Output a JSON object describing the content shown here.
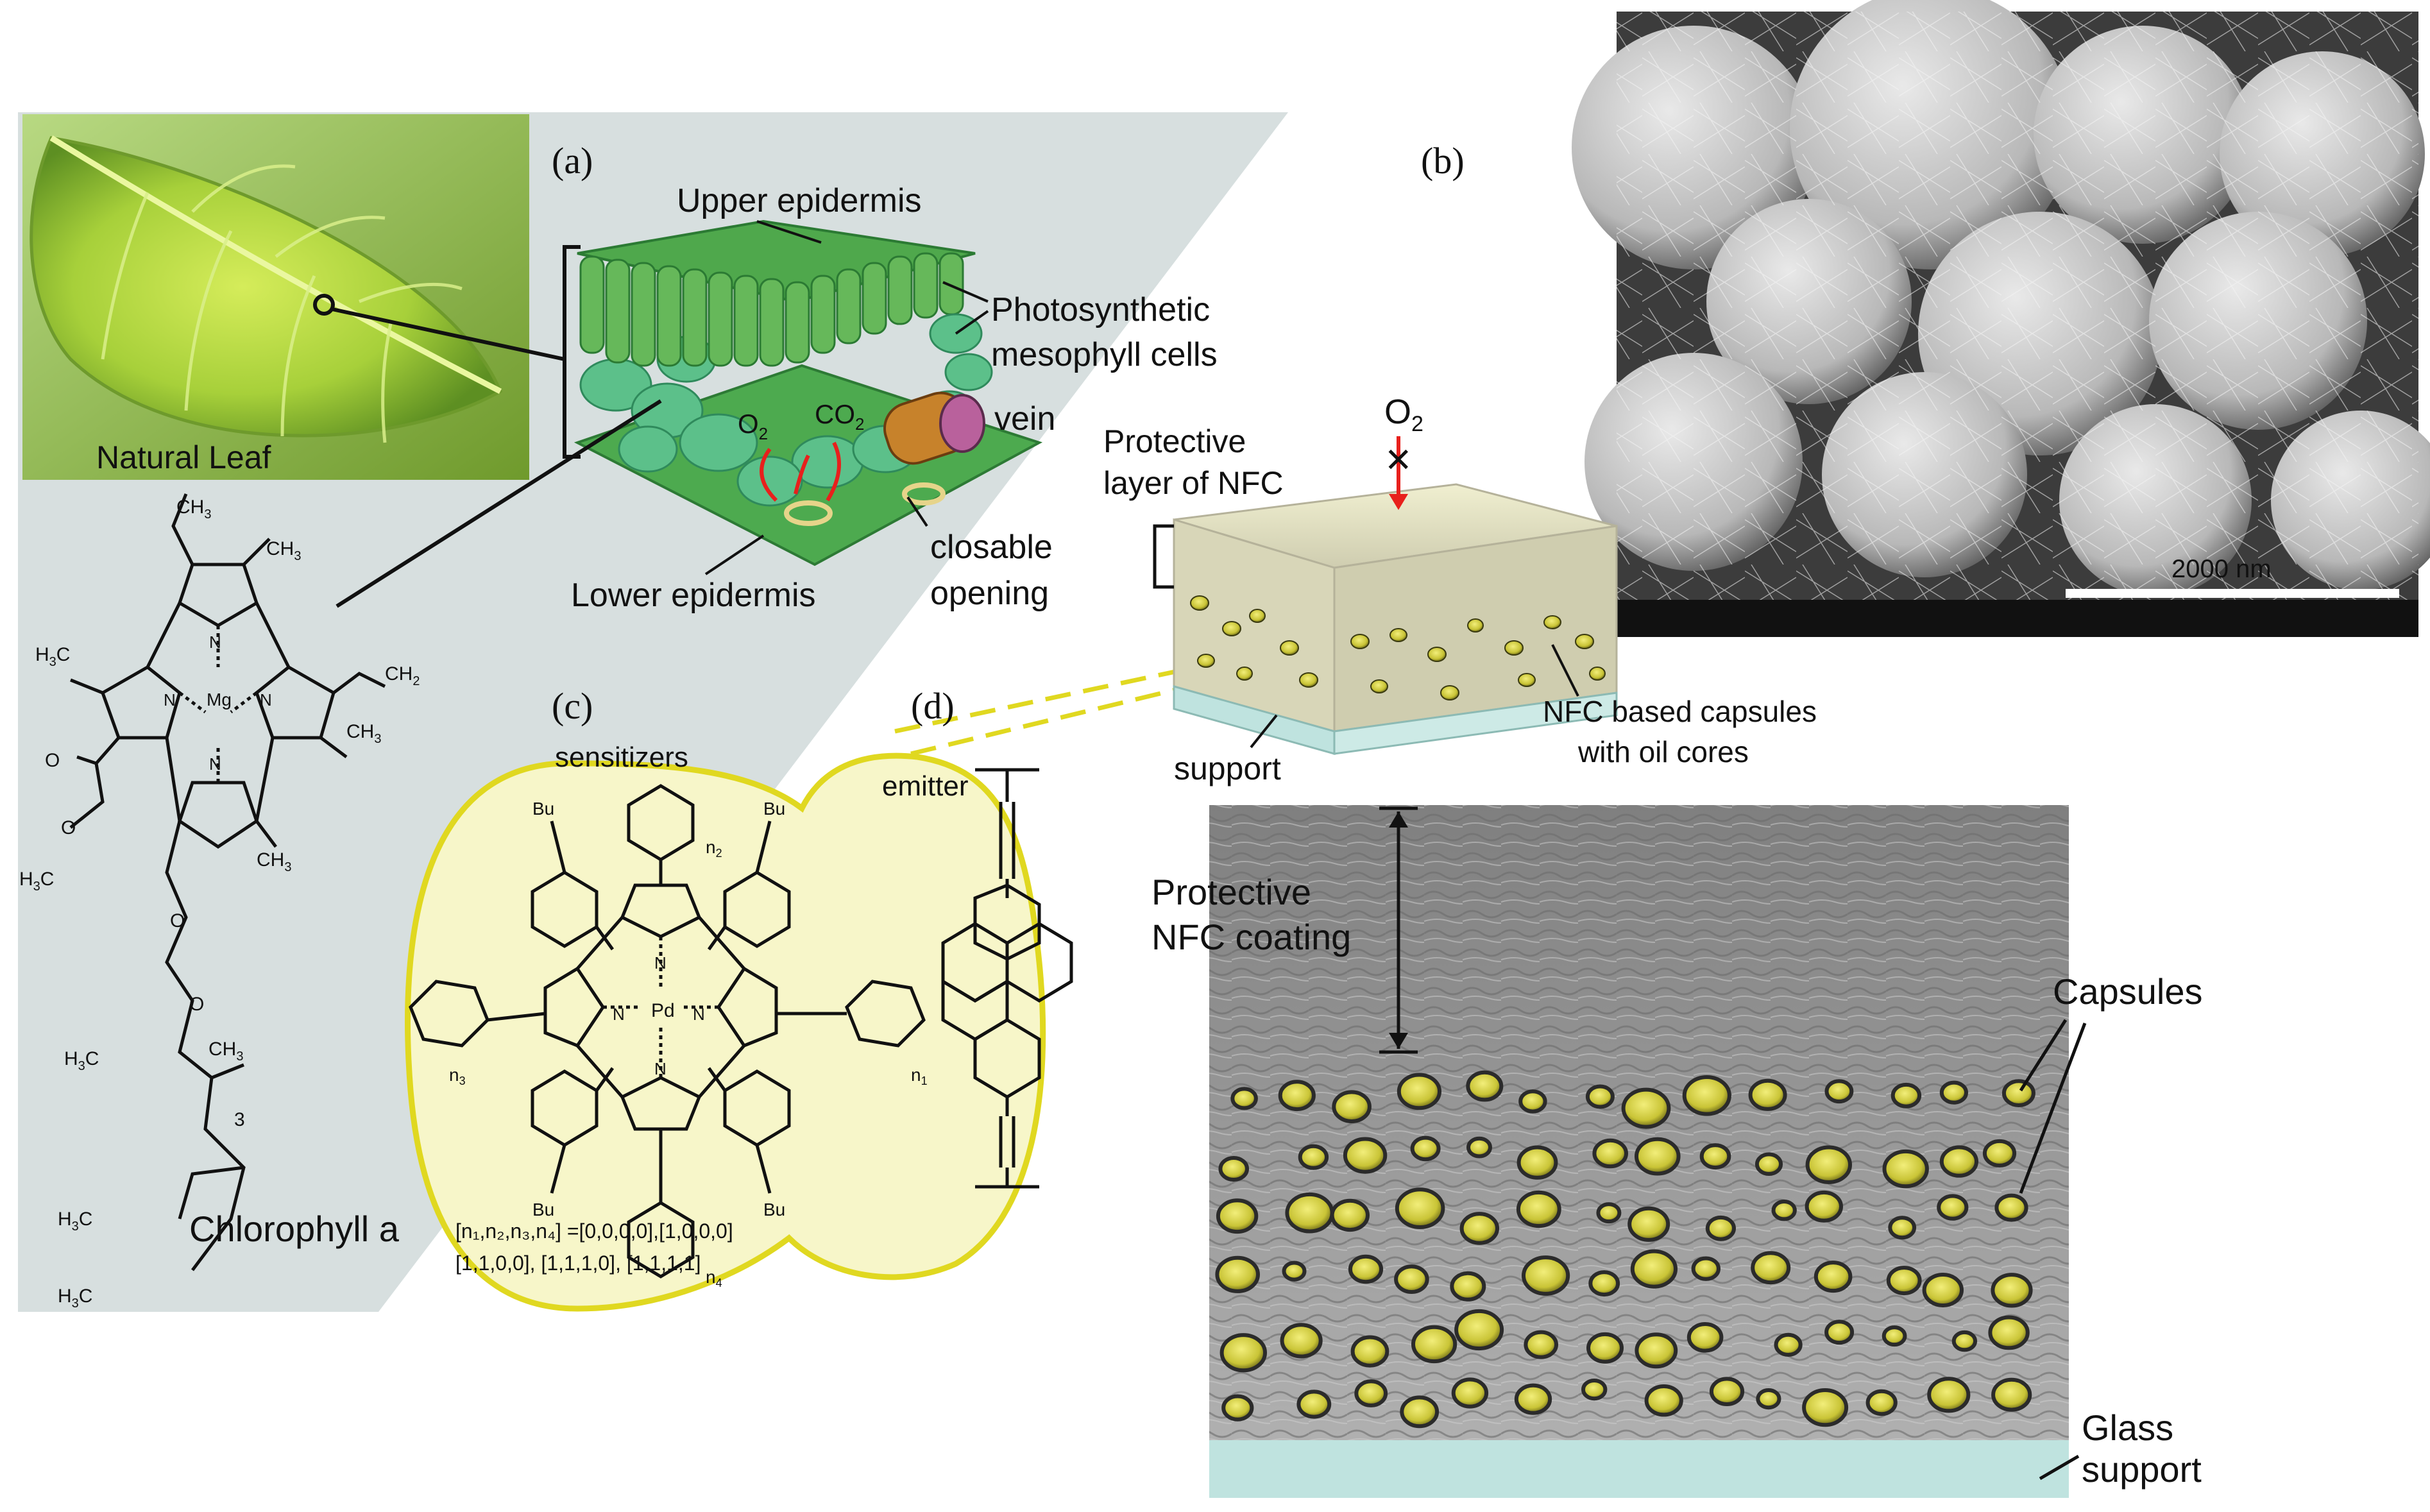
{
  "panels": {
    "a": {
      "tag": "(a)",
      "leaf_caption": "Natural Leaf",
      "upper_epidermis": "Upper epidermis",
      "photosynthetic_line1": "Photosynthetic",
      "photosynthetic_line2": "mesophyll cells",
      "vein": "vein",
      "lower_epidermis": "Lower epidermis",
      "closable_line1": "closable",
      "closable_line2": "opening",
      "o2_small": "O",
      "o2_small_sub": "2",
      "co2_small": "CO",
      "co2_small_sub": "2"
    },
    "chlorophyll": {
      "name": "Chlorophyll a",
      "ch3": "CH",
      "ch3_sub": "3",
      "h3c": "H",
      "h3c_sub": "3",
      "h3c_c": "C",
      "ch2": "CH",
      "ch2_sub": "2",
      "mg": "Mg",
      "n": "N",
      "o": "O",
      "repeat": "3"
    },
    "b": {
      "tag": "(b)",
      "o2": "O",
      "o2_sub": "2",
      "cross": "✕",
      "protective_line1": "Protective",
      "protective_line2": "layer of NFC",
      "capsules_line1": "NFC based capsules",
      "capsules_line2": "with oil cores",
      "support": "support",
      "scale_bar": "2000 nm",
      "coating_line1": "Protective",
      "coating_line2": "NFC coating",
      "capsules": "Capsules",
      "glass_line1": "Glass",
      "glass_line2": "support"
    },
    "c": {
      "tag": "(c)",
      "title": "sensitizers",
      "bu": "Bu",
      "pd": "Pd",
      "n": "N",
      "n1": "n",
      "n1_sub": "1",
      "n2": "n",
      "n2_sub": "2",
      "n3": "n",
      "n3_sub": "3",
      "n4": "n",
      "n4_sub": "4",
      "formula_line1": "[n₁,n₂,n₃,n₄] =[0,0,0,0],[1,0,0,0]",
      "formula_line2": "[1,1,0,0], [1,1,1,0], [1,1,1,1]"
    },
    "d": {
      "tag": "(d)",
      "title": "emitter"
    }
  },
  "colors": {
    "panel_bg": "#d7dfdf",
    "leaf_green": "#8fc23a",
    "cell_green": "#3aa567",
    "callout_yellow": "#f7f6c9",
    "callout_border": "#e0d820",
    "capsule_yellow": "#c9c436",
    "sensitizer_red": "#e8201c",
    "emitter_blue": "#1b1bb8",
    "sem_gray": "#8a8a8a",
    "glass": "#bfe3df"
  },
  "icons": [
    "leaf-photo",
    "leaf-cross-section",
    "sem-micrograph-capsules",
    "coating-cross-section"
  ]
}
